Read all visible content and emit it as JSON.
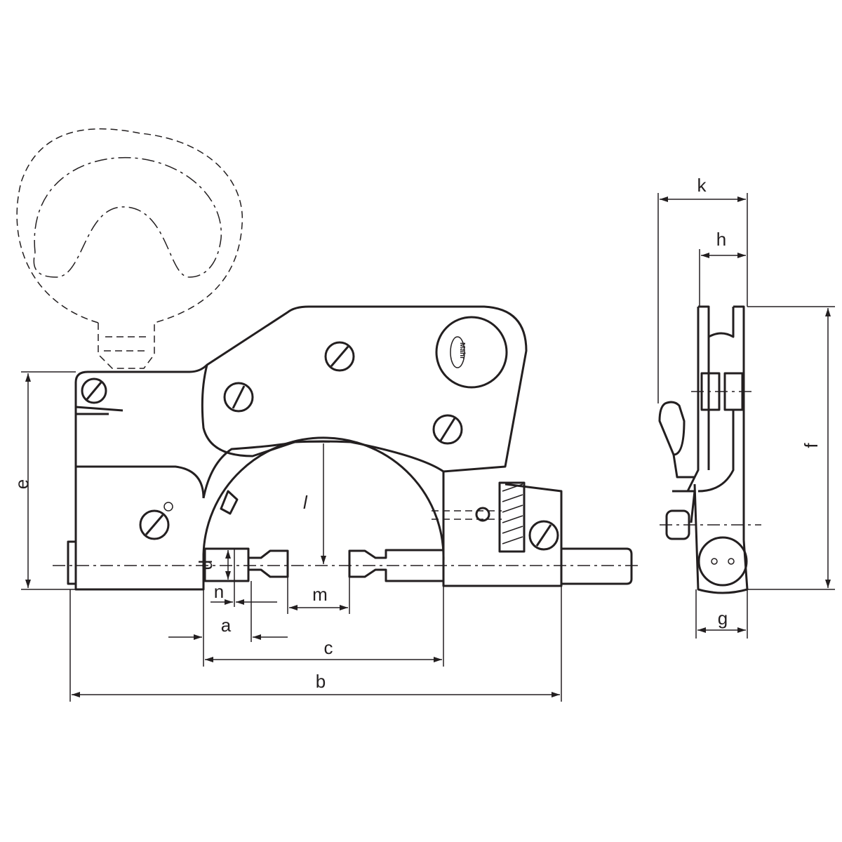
{
  "drawing": {
    "brand_logo": "Mahr",
    "dimension_labels": {
      "a": "a",
      "b": "b",
      "c": "c",
      "d": "d",
      "e": "e",
      "f": "f",
      "g": "g",
      "h": "h",
      "k": "k",
      "l": "l",
      "m": "m",
      "n": "n"
    }
  }
}
